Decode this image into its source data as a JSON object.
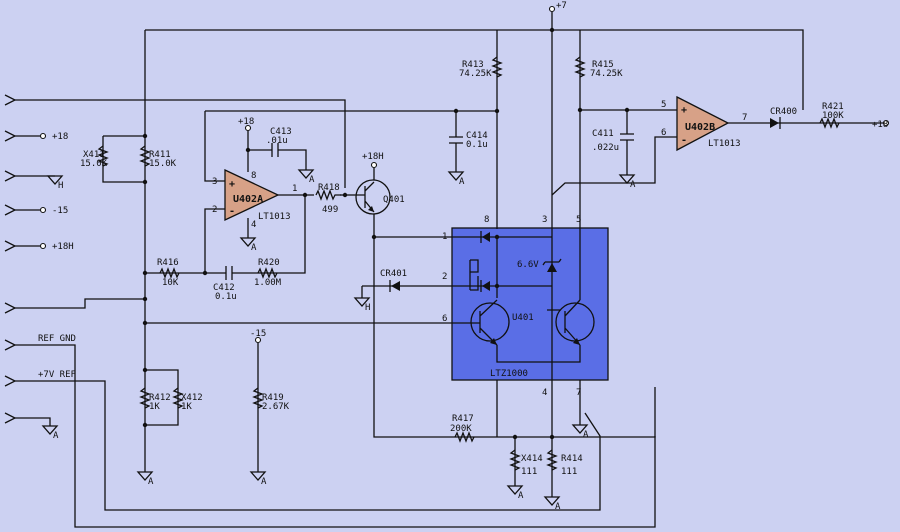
{
  "colors": {
    "background": "#ccd1f2",
    "opamp": "#d7a187",
    "ltz_block": "#5a6ee6",
    "wire": "#111111"
  },
  "left_labels": {
    "p18": "+18",
    "m15": "-15",
    "p18h": "+18H",
    "ref_gnd": "REF GND",
    "p7v_ref": "+7V REF"
  },
  "ground_labels": {
    "h": "H",
    "a": "A"
  },
  "supply_labels": {
    "top7": "+7",
    "p18_top": "+18",
    "p18h": "+18H",
    "m15": "-15",
    "p18_out": "+18"
  },
  "resistors": {
    "r411": {
      "name": "R411",
      "value": "15.0K"
    },
    "x411": {
      "name": "X411",
      "value": "15.0K"
    },
    "r412": {
      "name": "R412",
      "value": "1K"
    },
    "x412": {
      "name": "X412",
      "value": "1K"
    },
    "r413": {
      "name": "R413",
      "value": "74.25K"
    },
    "r414": {
      "name": "R414",
      "value": "111"
    },
    "x414": {
      "name": "X414",
      "value": "111"
    },
    "r415": {
      "name": "R415",
      "value": "74.25K"
    },
    "r416": {
      "name": "R416",
      "value": "10K"
    },
    "r417": {
      "name": "R417",
      "value": "200K"
    },
    "r418": {
      "name": "R418",
      "value": "499"
    },
    "r419": {
      "name": "R419",
      "value": "2.67K"
    },
    "r420": {
      "name": "R420",
      "value": "1.00M"
    },
    "r421": {
      "name": "R421",
      "value": "100K"
    }
  },
  "capacitors": {
    "c411": {
      "name": "C411",
      "value": ".022u"
    },
    "c412": {
      "name": "C412",
      "value": "0.1u"
    },
    "c413": {
      "name": "C413",
      "value": ".01u"
    },
    "c414": {
      "name": "C414",
      "value": "0.1u"
    }
  },
  "diodes": {
    "cr400": "CR400",
    "cr401": "CR401",
    "zener": "6.6V"
  },
  "transistors": {
    "q401": "Q401",
    "u401": "U401"
  },
  "opamps": {
    "u402a": {
      "name": "U402A",
      "part": "LT1013",
      "plus": "+",
      "minus": "-"
    },
    "u402b": {
      "name": "U402B",
      "part": "LT1013",
      "plus": "+",
      "minus": "-"
    }
  },
  "ltz_block": {
    "label": "LTZ1000"
  },
  "pins": {
    "u402a_3": "3",
    "u402a_2": "2",
    "u402a_8": "8",
    "u402a_4": "4",
    "u402a_1": "1",
    "u402b_5": "5",
    "u402b_6": "6",
    "u402b_7": "7",
    "ltz_1": "1",
    "ltz_2": "2",
    "ltz_6": "6",
    "ltz_8": "8",
    "ltz_3": "3",
    "ltz_5": "5",
    "ltz_4": "4",
    "ltz_7": "7"
  }
}
